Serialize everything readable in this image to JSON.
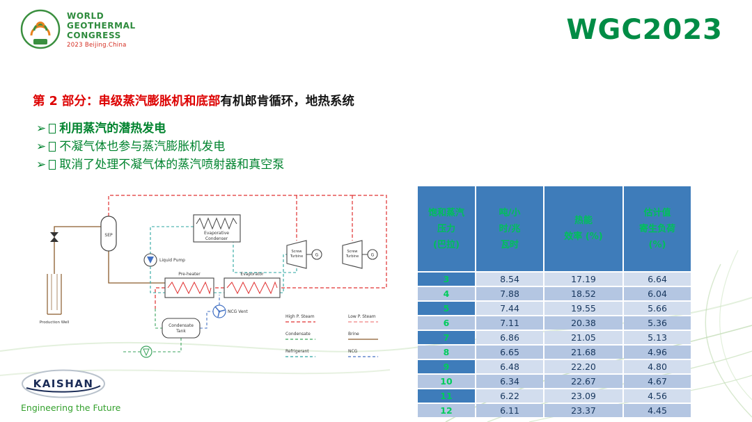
{
  "header": {
    "logo": {
      "lines": [
        "WORLD",
        "GEOTHERMAL",
        "CONGRESS"
      ],
      "subtitle": "2023 Beijing.China"
    },
    "brand": "WGC2023"
  },
  "title": {
    "red_part": "第 2 部分：串级蒸汽膨胀机和底部",
    "black_part": "有机郎肯循环，地热系统"
  },
  "bullet_marker": "➢",
  "bullets": [
    "利用蒸汽的潜热发电",
    "不凝气体也参与蒸汽膨胀机发电",
    "取消了处理不凝气体的蒸汽喷射器和真空泵"
  ],
  "diagram": {
    "labels": {
      "sep": "SEP",
      "evaporative_condenser": [
        "Evaporative",
        "Condenser"
      ],
      "liquid_pump": "Liquid Pump",
      "pre_heater": "Pre-heater",
      "evaporator": "Evaporator",
      "screw_turbine": [
        "Screw",
        "Turbine"
      ],
      "generator": "G",
      "condensate_tank": [
        "Condensate",
        "Tank"
      ],
      "ncg_vent": "NCG Vent",
      "production_well": "Production Well"
    },
    "legend": [
      {
        "label": "High P. Steam"
      },
      {
        "label": "Low P. Steam"
      },
      {
        "label": "Condensate"
      },
      {
        "label": "Brine"
      },
      {
        "label": "Refrigerant"
      },
      {
        "label": "NCG"
      }
    ]
  },
  "table": {
    "headers": [
      {
        "lines": [
          "饱和蒸汽",
          "压力",
          "(巴拉)"
        ]
      },
      {
        "lines": [
          "吨/小",
          "时/兆",
          "瓦时"
        ]
      },
      {
        "lines": [
          "热能",
          "效率 (%)",
          ""
        ]
      },
      {
        "lines": [
          "估计值",
          "寄生负荷",
          "(%)"
        ]
      }
    ],
    "rows": [
      [
        "3",
        "8.54",
        "17.19",
        "6.64"
      ],
      [
        "4",
        "7.88",
        "18.52",
        "6.04"
      ],
      [
        "5",
        "7.44",
        "19.55",
        "5.66"
      ],
      [
        "6",
        "7.11",
        "20.38",
        "5.36"
      ],
      [
        "7",
        "6.86",
        "21.05",
        "5.13"
      ],
      [
        "8",
        "6.65",
        "21.68",
        "4.96"
      ],
      [
        "9",
        "6.48",
        "22.20",
        "4.80"
      ],
      [
        "10",
        "6.34",
        "22.67",
        "4.67"
      ],
      [
        "11",
        "6.22",
        "23.09",
        "4.56"
      ],
      [
        "12",
        "6.11",
        "23.37",
        "4.45"
      ]
    ],
    "accent_colors": {
      "header_bg": "#3e7cba",
      "header_text": "#00b050",
      "row_light": "#d2ddee",
      "row_dark": "#b4c6e2"
    }
  },
  "footer": {
    "kaishan": "KAISHAN",
    "tagline": "Engineering the Future"
  }
}
